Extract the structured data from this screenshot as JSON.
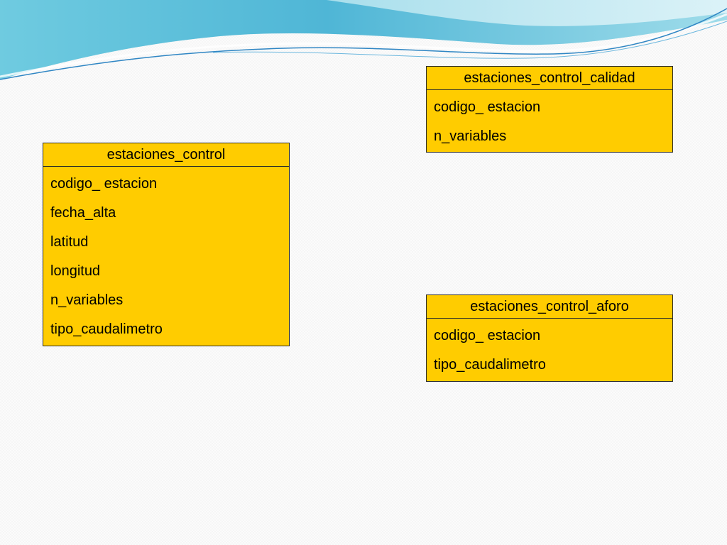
{
  "theme": {
    "entity_fill": "#ffcc00",
    "entity_border": "#2a2a2a",
    "wave_colors": [
      "#5bc4dc",
      "#9bdcec",
      "#2f86c4"
    ]
  },
  "entities": [
    {
      "title": "estaciones_control",
      "fields": [
        "codigo_ estacion",
        "fecha_alta",
        "latitud",
        "longitud",
        "n_variables",
        "tipo_caudalimetro"
      ]
    },
    {
      "title": "estaciones_control_calidad",
      "fields": [
        "codigo_ estacion",
        "n_variables"
      ]
    },
    {
      "title": "estaciones_control_aforo",
      "fields": [
        "codigo_ estacion",
        "tipo_caudalimetro"
      ]
    }
  ]
}
